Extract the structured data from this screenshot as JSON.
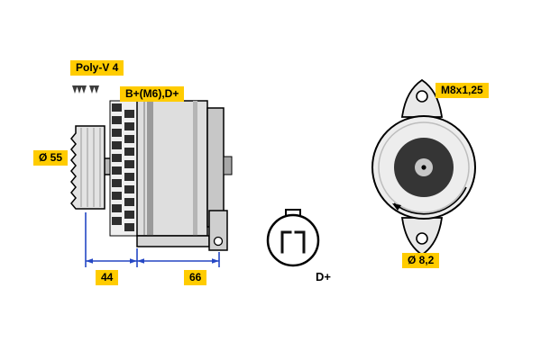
{
  "diagram": {
    "title_hint": "alternator technical drawing",
    "labels": {
      "belt": "Poly-V 4",
      "terminals": "B+(M6),D+",
      "pulley_diameter": "Ø 55",
      "dim_a": "44",
      "dim_b": "66",
      "connector": "D+",
      "thread": "M8x1,25",
      "mount_hole_diameter": "Ø 8,2"
    },
    "dimensions_mm": {
      "pulley_diameter": 55,
      "front_length": 44,
      "body_length": 66,
      "mount_hole": 8.2
    },
    "icons": {
      "belt_profile": "poly-v-groove-zigzag",
      "rotation": "curved-arrow-counterclockwise"
    },
    "colors": {
      "label_bg": "#ffcc00",
      "dimension": "#2547c4",
      "background": "#ffffff",
      "rotor_dark": "#353535"
    }
  }
}
